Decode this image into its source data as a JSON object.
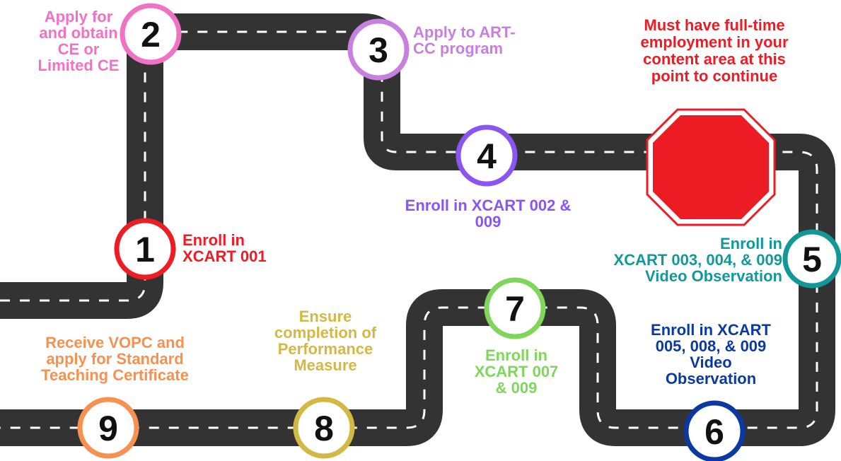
{
  "colors": {
    "road": "#333333",
    "dash": "#ffffff",
    "step1": "#ee1c25",
    "step2": "#f171c5",
    "step3": "#c77fe0",
    "step4": "#8b55f2",
    "step5": "#13989a",
    "step6": "#0a3aa1",
    "step7": "#7fd65a",
    "step8": "#d4b844",
    "step9": "#f6914f",
    "stop": "#ed1c24"
  },
  "steps": [
    {
      "number": "1",
      "label": "Enroll in\nXCART 001"
    },
    {
      "number": "2",
      "label": "Apply for\nand obtain\nCE or\nLimited CE"
    },
    {
      "number": "3",
      "label": "Apply to ART-\nCC program"
    },
    {
      "number": "4",
      "label": "Enroll in XCART 002 &\n009"
    },
    {
      "number": "5",
      "label": "Enroll in\nXCART 003, 004, & 009\nVideo Observation"
    },
    {
      "number": "6",
      "label": "Enroll in XCART\n005, 008, & 009\nVideo\nObservation"
    },
    {
      "number": "7",
      "label": "Enroll in\nXCART 007\n& 009"
    },
    {
      "number": "8",
      "label": "Ensure\ncompletion of\nPerformance\nMeasure"
    },
    {
      "number": "9",
      "label": "Receive VOPC and\napply for Standard\nTeaching Certificate"
    }
  ],
  "stop": {
    "icon": "stop-sign-icon",
    "label": "Must have full-time\nemployment in your\ncontent area at this\npoint to continue"
  }
}
